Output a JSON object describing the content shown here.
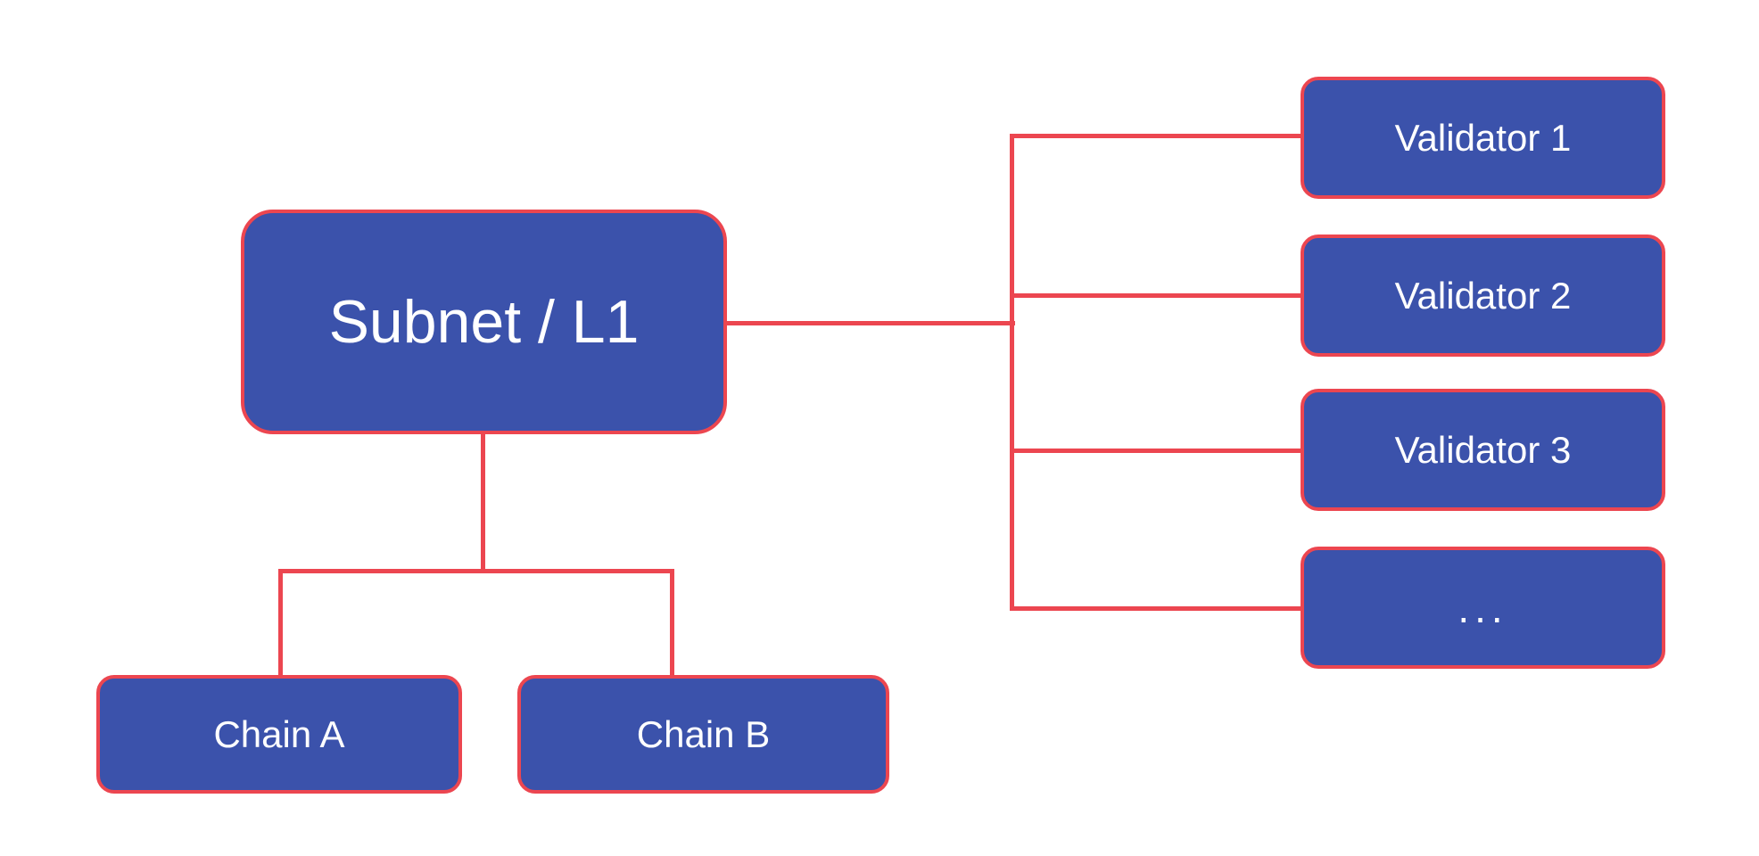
{
  "colors": {
    "node_fill": "#3B52AB",
    "line": "#EC4650",
    "text": "#ffffff",
    "background": "#ffffff"
  },
  "nodes": {
    "subnet": {
      "label": "Subnet / L1"
    },
    "chain_a": {
      "label": "Chain A"
    },
    "chain_b": {
      "label": "Chain B"
    },
    "validator_1": {
      "label": "Validator 1"
    },
    "validator_2": {
      "label": "Validator 2"
    },
    "validator_3": {
      "label": "Validator 3"
    },
    "validator_more": {
      "label": "..."
    }
  }
}
